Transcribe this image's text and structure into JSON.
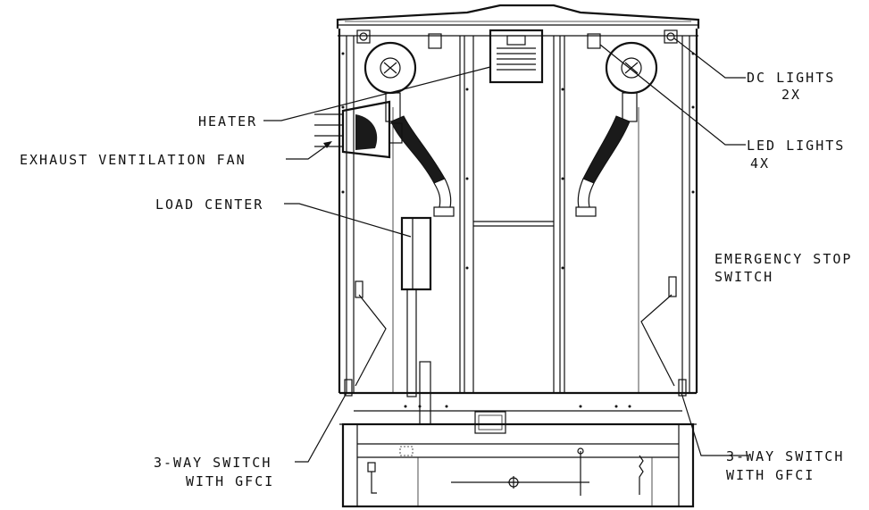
{
  "labels": {
    "heater": "HEATER",
    "exhaust_fan": "EXHAUST VENTILATION FAN",
    "load_center": "LOAD CENTER",
    "dc_lights_line1": "DC LIGHTS",
    "dc_lights_line2": "2X",
    "led_lights_line1": "LED LIGHTS",
    "led_lights_line2": "4X",
    "estop_line1": "EMERGENCY STOP",
    "estop_line2": "SWITCH",
    "switch_left_line1": "3-WAY SWITCH",
    "switch_left_line2": "WITH GFCI",
    "switch_right_line1": "3-WAY SWITCH",
    "switch_right_line2": "WITH GFCI"
  },
  "colors": {
    "line": "#111111",
    "background": "#ffffff"
  }
}
